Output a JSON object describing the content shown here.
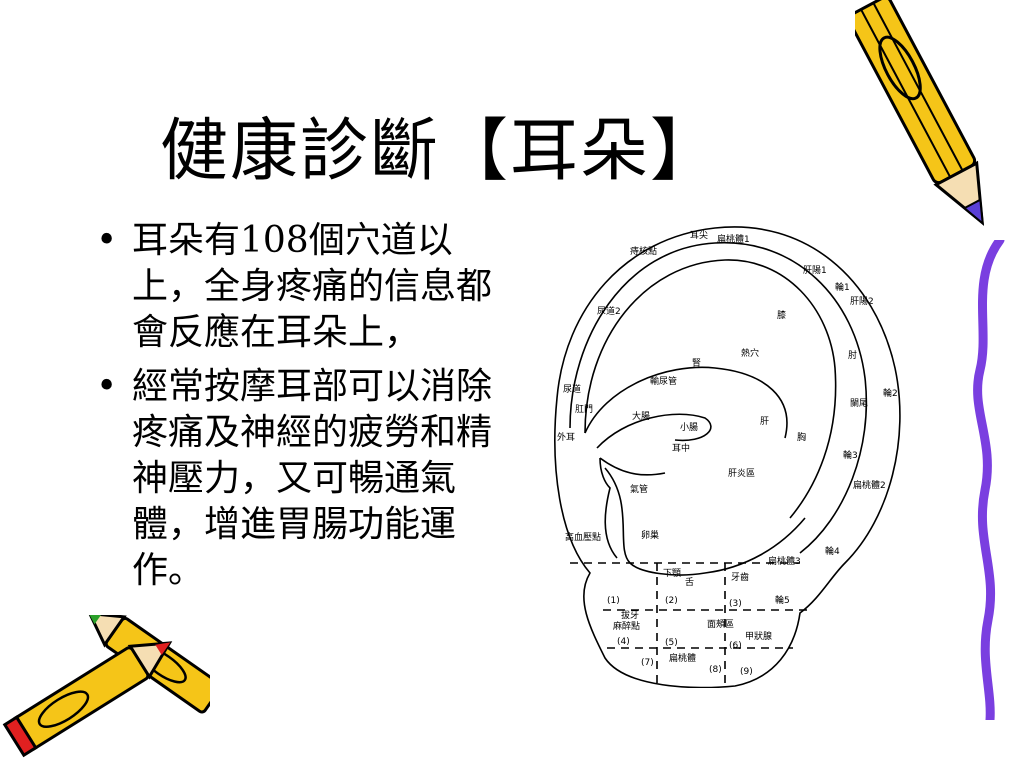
{
  "slide": {
    "title": "健康診斷【耳朵】",
    "bullets": [
      "耳朵有108個穴道以上，全身疼痛的信息都會反應在耳朵上，",
      "經常按摩耳部可以消除疼痛及神經的疲勞和精神壓力，又可暢通氣體，增進胃腸功能運作。"
    ],
    "bullet_marker": "•"
  },
  "ear_diagram": {
    "labels": {
      "ear_tip": "耳尖",
      "tonsil1": "扁桃體1",
      "hemorrhoid": "痔核點",
      "liver_yang1": "肝陽1",
      "helix1": "輪1",
      "liver_yang2": "肝陽2",
      "urethra2": "尿道2",
      "knee": "膝",
      "hot_point": "熱穴",
      "elbow": "肘",
      "kidney": "腎",
      "ureter": "輸尿管",
      "urethra": "尿道",
      "anus": "肛門",
      "helix2": "輪2",
      "appendix": "闌尾",
      "large_intestine": "大腸",
      "liver": "肝",
      "small_intestine": "小腸",
      "outer_ear": "外耳",
      "chest": "胸",
      "ear_center": "耳中",
      "helix3": "輪3",
      "hepatitis_zone": "肝炎區",
      "trachea": "氣管",
      "tonsil2": "扁桃體2",
      "hypertension": "高血壓點",
      "ovary": "卵巢",
      "helix4": "輪4",
      "tonsil3": "扁桃體3",
      "lower_jaw": "下顎",
      "tongue": "舌",
      "tooth": "牙齒",
      "lobe1": "(1)",
      "lobe2": "(2)",
      "lobe3": "(3)",
      "helix5": "輪5",
      "tooth_extraction": "拔牙",
      "anesthesia": "麻醉點",
      "cheek_zone": "面頰區",
      "lobe4": "(4)",
      "lobe5": "(5)",
      "lobe6": "(6)",
      "thyroid": "甲狀腺",
      "lobe7": "(7)",
      "tonsil": "扁桃體",
      "lobe8": "(8)",
      "lobe9": "(9)"
    }
  },
  "decorations": {
    "pencil_body_color": "#f5c518",
    "pencil_outline_color": "#000000",
    "pencil_red": "#e02020",
    "pencil_blue": "#5a3fd6",
    "pencil_green": "#2aa02a",
    "squiggle_color": "#7a3fe0"
  }
}
